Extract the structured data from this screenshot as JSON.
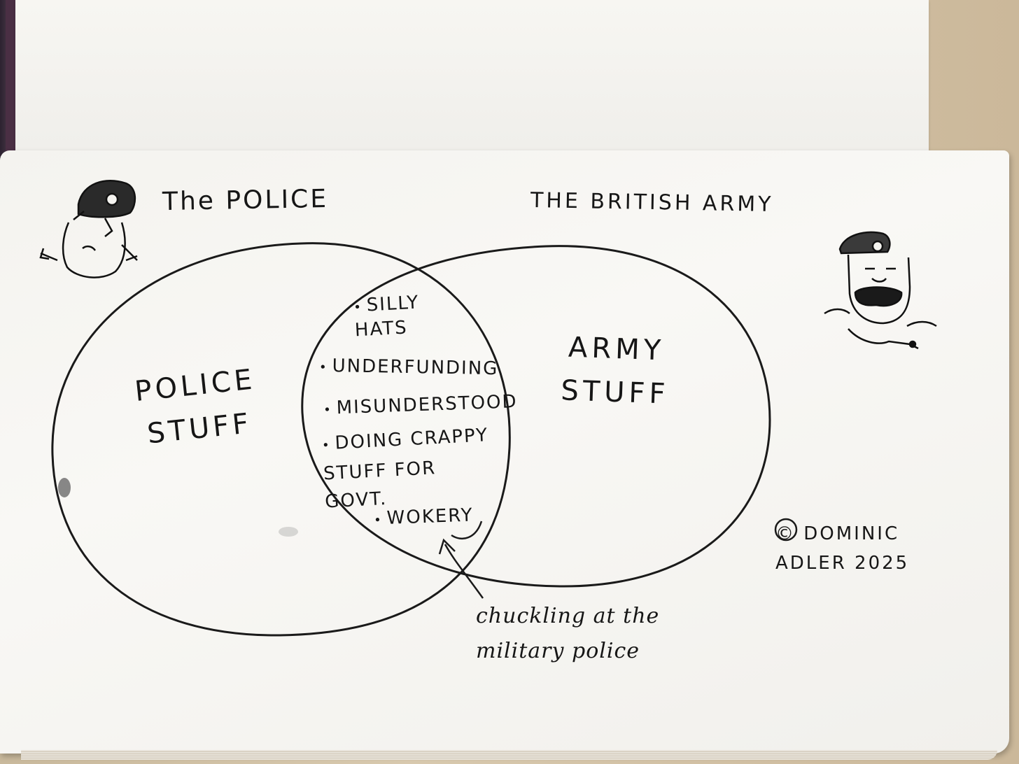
{
  "title_left": "The POLICE",
  "title_right": "THE BRITISH ARMY",
  "left_set_label": "POLICE STUFF",
  "right_set_label": "ARMY STUFF",
  "overlap_items": [
    "SILLY HATS",
    "UNDERFUNDING",
    "MISUNDERSTOOD",
    "DOING CRAPPY STUFF FOR GOVT.",
    "WOKERY"
  ],
  "annotation": "chuckling at the military police",
  "credit": "© DOMINIC ADLER 2025"
}
